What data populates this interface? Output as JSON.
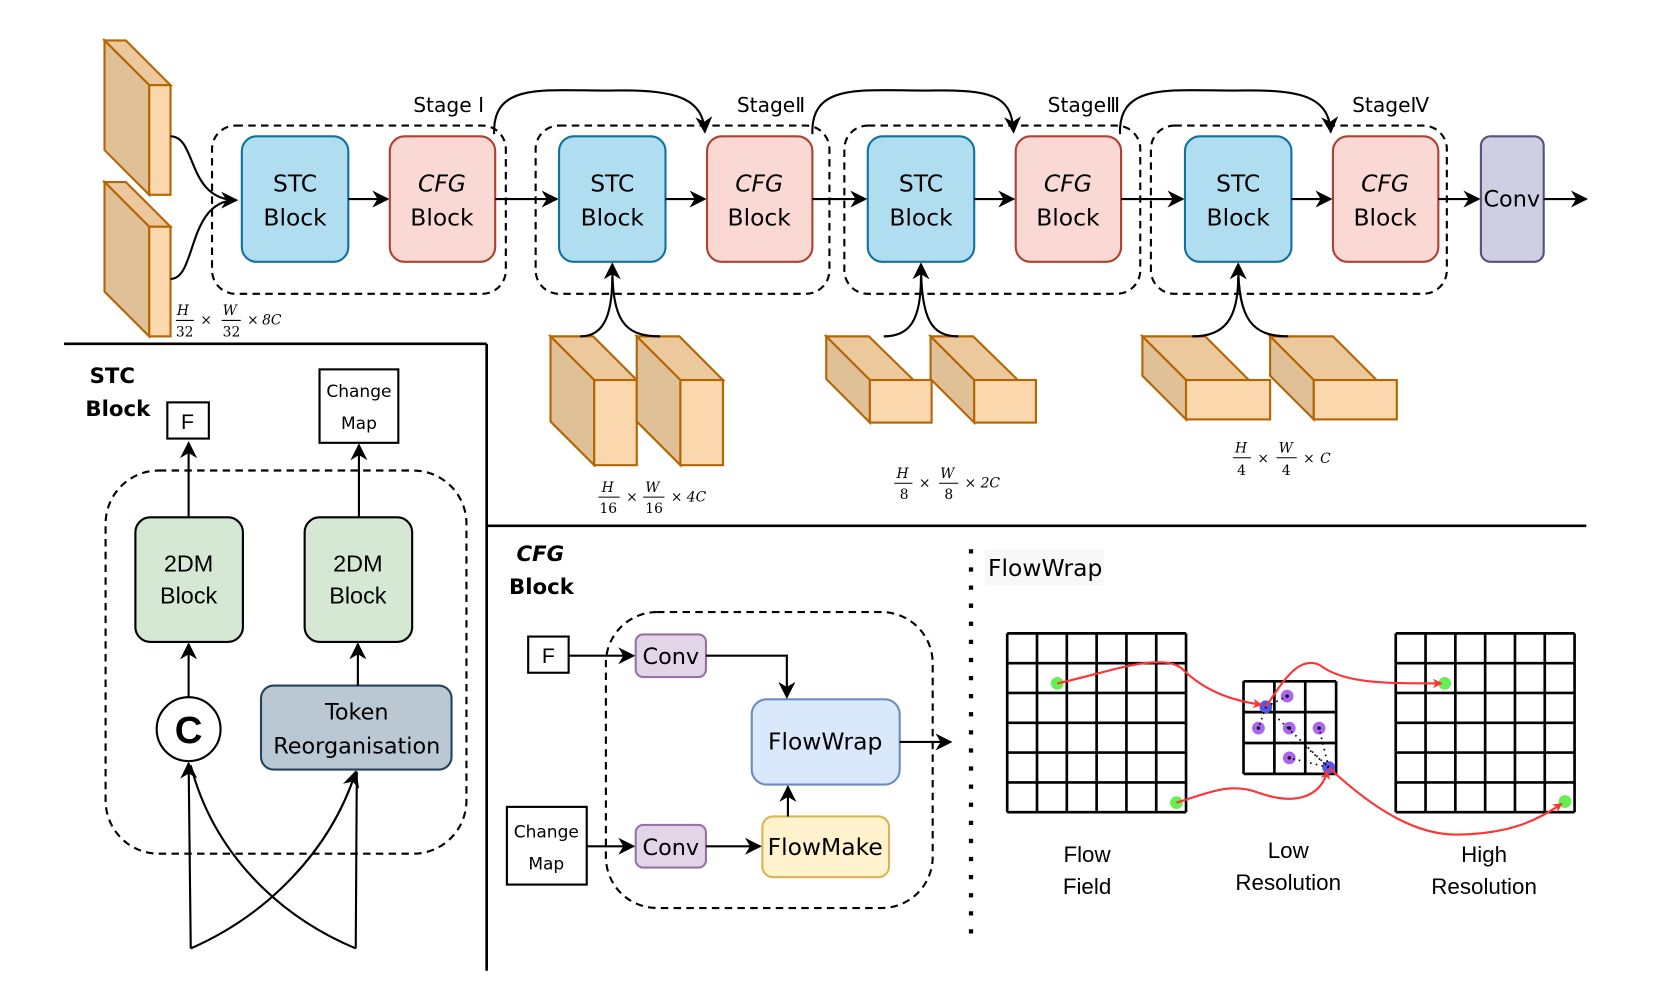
{
  "colors": {
    "stc_fill": "#b1ddf0",
    "stc_stroke": "#10739e",
    "cfg_fill": "#fad9d5",
    "cfg_stroke": "#ae4132",
    "conv_out_fill": "#d0cee2",
    "conv_out_stroke": "#56517e",
    "dm_fill": "#d5e8d4",
    "token_fill": "#bac8d3",
    "token_stroke": "#23445d",
    "conv_fill": "#e1d5e7",
    "conv_stroke": "#9673a6",
    "flowwrap_fill": "#dae8fc",
    "flowwrap_stroke": "#6c8ebf",
    "flowmake_fill": "#fff2cc",
    "flowmake_stroke": "#d6b656",
    "slab_front": "#fad7ac",
    "slab_side": "#e0c097",
    "slab_stroke": "#b46504",
    "green_point": "#66ee55",
    "purple_point": "#aa66ee",
    "blue_point": "#5555ee",
    "arrow_red": "#ff3333"
  },
  "pipeline": {
    "stages": [
      {
        "label": "Stage Ⅰ",
        "stc": [
          "STC",
          "Block"
        ],
        "cfg": [
          "CFG",
          "Block"
        ]
      },
      {
        "label": "StageⅡ",
        "stc": [
          "STC",
          "Block"
        ],
        "cfg": [
          "CFG",
          "Block"
        ]
      },
      {
        "label": "StageⅢ",
        "stc": [
          "STC",
          "Block"
        ],
        "cfg": [
          "CFG",
          "Block"
        ]
      },
      {
        "label": "StageⅣ",
        "stc": [
          "STC",
          "Block"
        ],
        "cfg": [
          "CFG",
          "Block"
        ]
      }
    ],
    "output_conv": "Conv",
    "feature_labels": [
      {
        "num_h": "H",
        "den_h": "32",
        "num_w": "W",
        "den_w": "32",
        "ch": "8C"
      },
      {
        "num_h": "H",
        "den_h": "16",
        "num_w": "W",
        "den_w": "16",
        "ch": "4C"
      },
      {
        "num_h": "H",
        "den_h": "8",
        "num_w": "W",
        "den_w": "8",
        "ch": "2C"
      },
      {
        "num_h": "H",
        "den_h": "4",
        "num_w": "W",
        "den_w": "4",
        "ch": "C"
      }
    ],
    "times": "×"
  },
  "stc_panel": {
    "title": [
      "STC",
      "Block"
    ],
    "f_label": "F",
    "change_map": [
      "Change",
      "Map"
    ],
    "dm_block": [
      "2DM",
      "Block"
    ],
    "concat_symbol": "C",
    "token_block": [
      "Token",
      "Reorganisation"
    ]
  },
  "cfg_panel": {
    "title": [
      "CFG",
      "Block"
    ],
    "f_label": "F",
    "change_map": [
      "Change",
      "Map"
    ],
    "conv": "Conv",
    "flowwrap": "FlowWrap",
    "flowmake": "FlowMake"
  },
  "flowwrap_panel": {
    "title": "FlowWrap",
    "flow_field": [
      "Flow",
      "Field"
    ],
    "low_res": [
      "Low",
      "Resolution"
    ],
    "high_res": [
      "High",
      "Resolution"
    ]
  }
}
